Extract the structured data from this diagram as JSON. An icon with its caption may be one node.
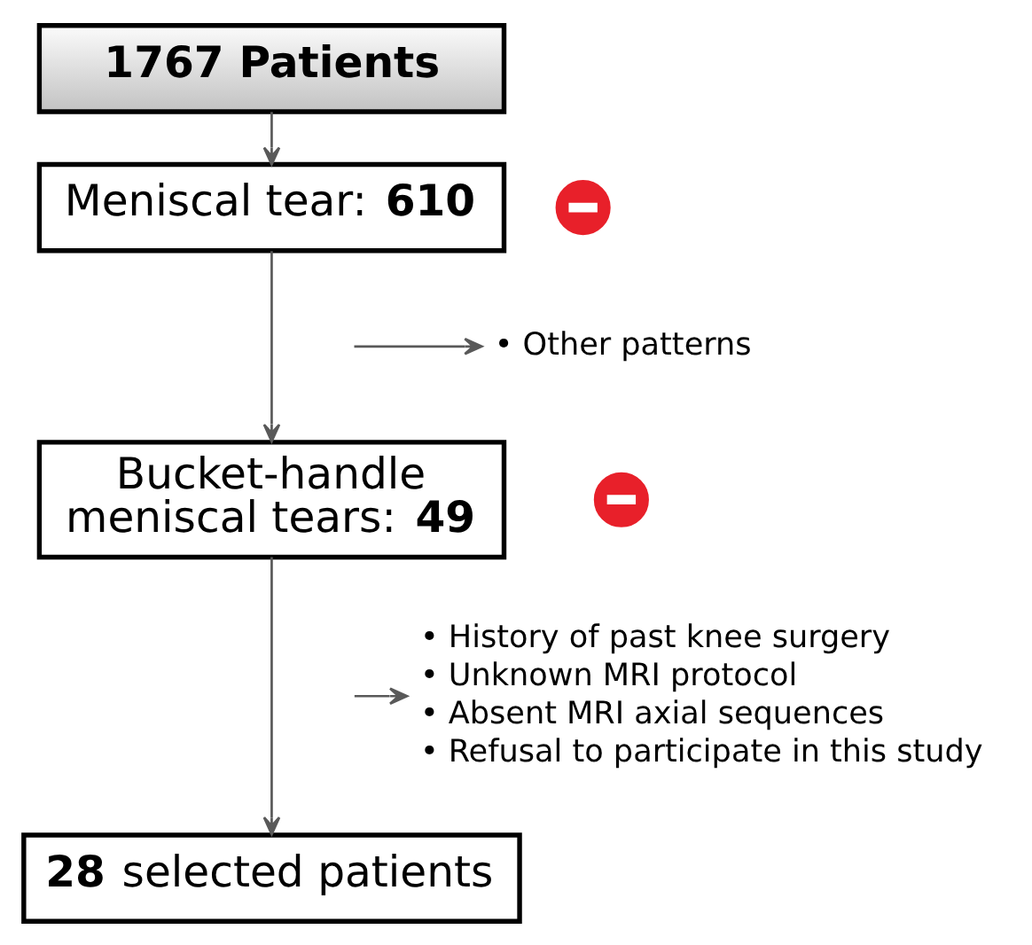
{
  "diagram": {
    "nodes": [
      {
        "text": [
          "1767 Patients"
        ]
      },
      {
        "text": [
          "Meniscal tear: **610**"
        ]
      },
      {
        "text": [],
        "shape": "circle"
      },
      {
        "text": [
          "• Other patterns"
        ]
      },
      {
        "text": [
          "Bucket-handle meniscal tears: **49**"
        ]
      },
      {
        "text": [],
        "shape": "circle"
      },
      {
        "text": [
          "• History of past knee surgery",
          "• Unknown MRI protocol",
          "• Absent MRI axial sequences",
          "• Refusal to participate in this study"
        ]
      },
      {
        "text": [
          "**28** selected patients"
        ]
      }
    ],
    "edges": [
      {
        "from": 0,
        "to": 1,
        "arrow": "to"
      },
      {
        "from": 1,
        "to": 4,
        "arrow": "to"
      },
      {
        "from": null,
        "to": 3,
        "arrow": "to"
      },
      {
        "from": 4,
        "to": 7,
        "arrow": "to"
      },
      {
        "from": null,
        "to": 6,
        "arrow": "to"
      }
    ]
  }
}
